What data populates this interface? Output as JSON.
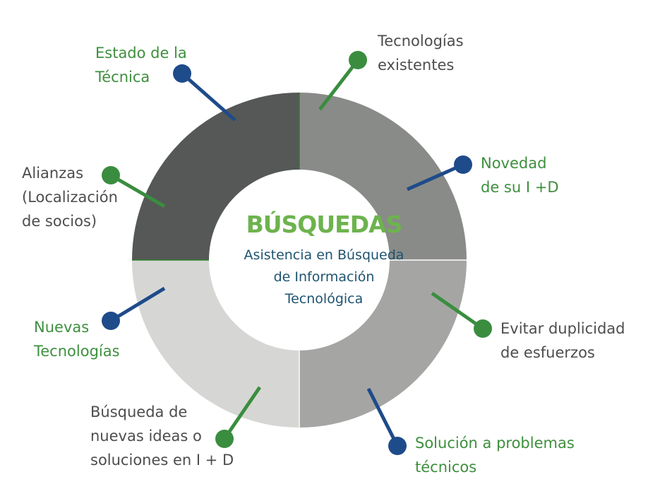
{
  "center": {
    "title": "BÚSQUEDAS",
    "subtitle_lines": [
      "Asistencia en Búsqueda",
      "de Información",
      "Tecnológica"
    ]
  },
  "colors": {
    "quad_top_left": "#555856",
    "quad_top_right": "#898b88",
    "quad_bottom_right": "#a5a6a3",
    "quad_bottom_left": "#d6d7d4",
    "pin_green": "#3a8d3f",
    "pin_blue": "#1e4b8a",
    "text_green": "#3e8f3e",
    "text_gray": "#4d4d4d"
  },
  "labels": {
    "estado": {
      "lines": [
        "Estado de la",
        "Técnica"
      ]
    },
    "tecnologias": {
      "lines": [
        "Tecnologías",
        "existentes"
      ]
    },
    "alianzas": {
      "lines": [
        "Alianzas",
        "(Localización",
        "de socios)"
      ]
    },
    "novedad": {
      "lines": [
        "Novedad",
        "de su I +D"
      ]
    },
    "nuevas": {
      "lines": [
        "Nuevas",
        "Tecnologías"
      ]
    },
    "evitar": {
      "lines": [
        "Evitar duplicidad",
        "de esfuerzos"
      ]
    },
    "busqueda": {
      "lines": [
        "Búsqueda de",
        "nuevas ideas o",
        "soluciones en I + D"
      ]
    },
    "solucion": {
      "lines": [
        "Solución a problemas",
        "técnicos"
      ]
    }
  }
}
